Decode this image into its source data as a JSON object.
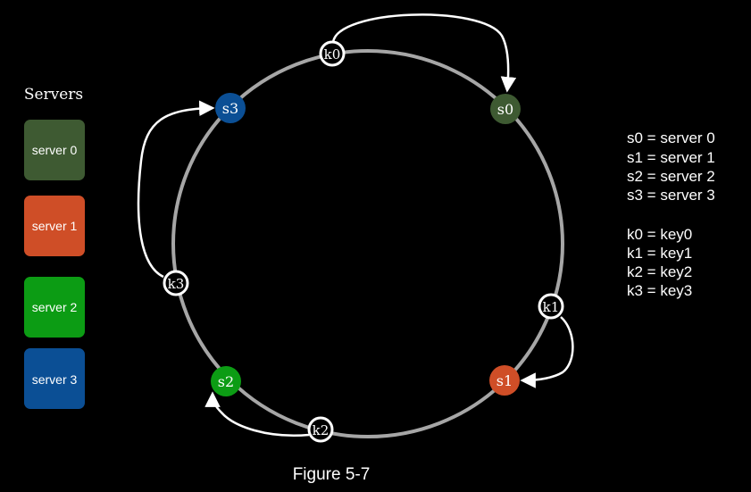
{
  "servers_panel": {
    "title": "Servers",
    "items": [
      {
        "label": "server 0",
        "color": "#3e5a32"
      },
      {
        "label": "server 1",
        "color": "#cf4e27"
      },
      {
        "label": "server 2",
        "color": "#0c9c14"
      },
      {
        "label": "server 3",
        "color": "#0b4f95"
      }
    ]
  },
  "ring": {
    "nodes": [
      {
        "id": "s0",
        "label": "s0",
        "color": "#3e5a32"
      },
      {
        "id": "s1",
        "label": "s1",
        "color": "#cf4e27"
      },
      {
        "id": "s2",
        "label": "s2",
        "color": "#0c9c14"
      },
      {
        "id": "s3",
        "label": "s3",
        "color": "#0b4f95"
      }
    ],
    "keys": [
      {
        "id": "k0",
        "label": "k0",
        "maps_to": "s0"
      },
      {
        "id": "k1",
        "label": "k1",
        "maps_to": "s1"
      },
      {
        "id": "k2",
        "label": "k2",
        "maps_to": "s2"
      },
      {
        "id": "k3",
        "label": "k3",
        "maps_to": "s3"
      }
    ]
  },
  "legend": {
    "servers": [
      "s0 = server 0",
      "s1 = server 1",
      "s2 = server 2",
      "s3 = server 3"
    ],
    "keys": [
      "k0 = key0",
      "k1 = key1",
      "k2 = key2",
      "k3 = key3"
    ]
  },
  "caption": "Figure 5-7",
  "colors": {
    "background": "#000000",
    "ring": "#a6a6a6",
    "text": "#ffffff",
    "arrow": "#ffffff"
  }
}
